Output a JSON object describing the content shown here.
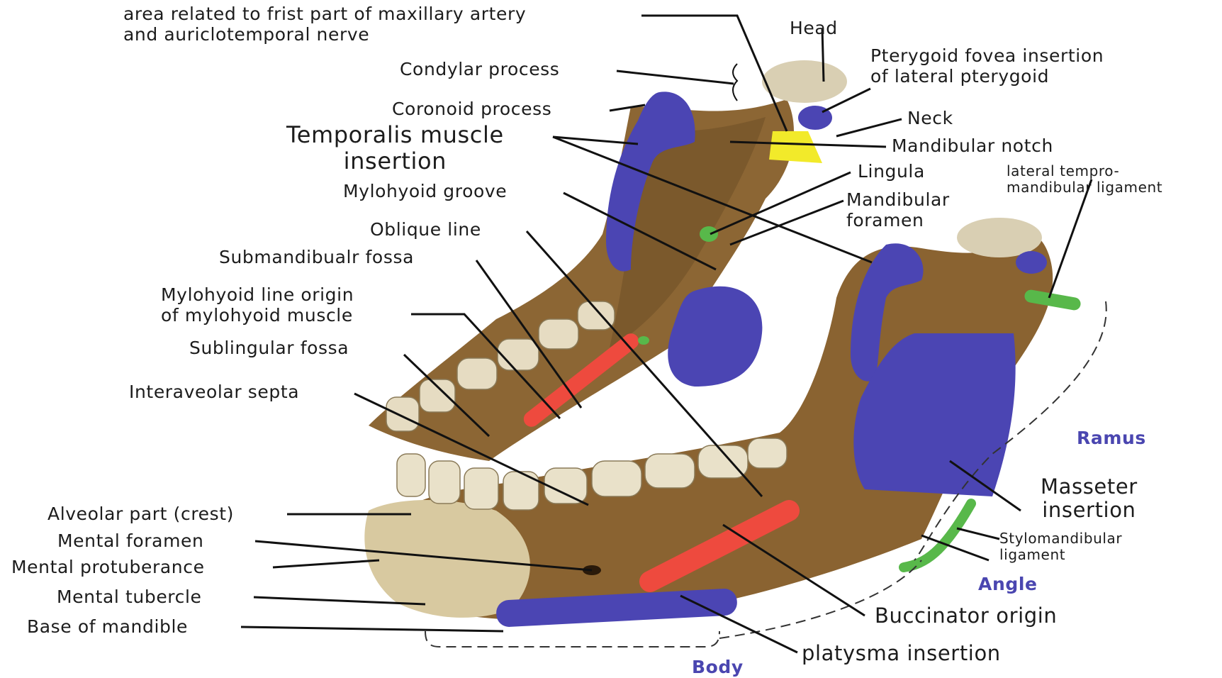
{
  "colors": {
    "muscle": "#4b45b3",
    "buccinator": "#ee4a3e",
    "ligament": "#58b84a",
    "artery_area": "#f2ea2a",
    "bone": "#8c6634",
    "tooth": "#e9e1c9",
    "region_label": "#4a46b0"
  },
  "labels": {
    "maxillary_area_l1": "area related to frist part of maxillary artery",
    "maxillary_area_l2": "and auriclotemporal nerve",
    "condylar_process": "Condylar process",
    "coronoid_process": "Coronoid process",
    "temporalis_l1": "Temporalis muscle",
    "temporalis_l2": "insertion",
    "mylohyoid_groove": "Mylohyoid groove",
    "oblique_line": "Oblique line",
    "submandibular_fossa": "Submandibualr fossa",
    "mylohyoid_line_l1": "Mylohyoid line origin",
    "mylohyoid_line_l2": "of mylohyoid muscle",
    "sublingular_fossa": "Sublingular fossa",
    "interaveolar_septa": "Interaveolar septa",
    "alveolar_part": "Alveolar part (crest)",
    "mental_foramen": "Mental foramen",
    "mental_protuberance": "Mental protuberance",
    "mental_tubercle": "Mental tubercle",
    "base_of_mandible": "Base of mandible",
    "head": "Head",
    "pterygoid_fovea_l1": "Pterygoid fovea insertion",
    "pterygoid_fovea_l2": "of lateral pterygoid",
    "neck": "Neck",
    "mandibular_notch": "Mandibular notch",
    "lingula": "Lingula",
    "lateral_ligament_l1": "lateral tempro-",
    "lateral_ligament_l2": "mandibular ligament",
    "mandibular_foramen_l1": "Mandibular",
    "mandibular_foramen_l2": "foramen",
    "ramus": "Ramus",
    "masseter_l1": "Masseter",
    "masseter_l2": "insertion",
    "stylomandibular_l1": "Stylomandibular",
    "stylomandibular_l2": "ligament",
    "angle": "Angle",
    "buccinator_origin": "Buccinator origin",
    "platysma_insertion": "platysma insertion",
    "body": "Body"
  }
}
